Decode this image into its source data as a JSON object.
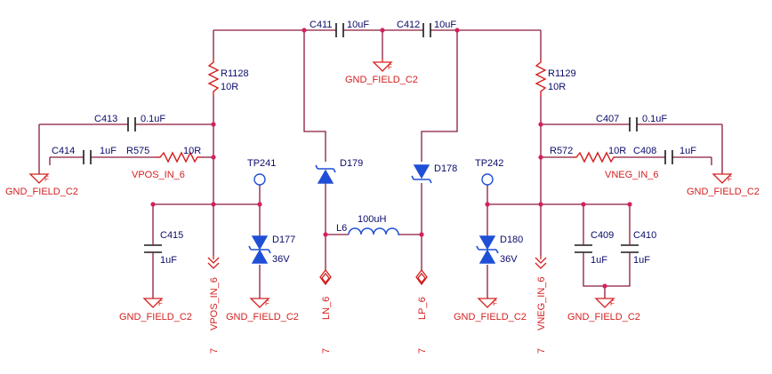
{
  "components": {
    "C411": {
      "ref": "C411",
      "value": "10uF"
    },
    "C412": {
      "ref": "C412",
      "value": "10uF"
    },
    "R1128": {
      "ref": "R1128",
      "value": "10R"
    },
    "R1129": {
      "ref": "R1129",
      "value": "10R"
    },
    "C413": {
      "ref": "C413",
      "value": "0.1uF"
    },
    "C414": {
      "ref": "C414",
      "value": "1uF"
    },
    "R575": {
      "ref": "R575",
      "value": "10R"
    },
    "C407": {
      "ref": "C407",
      "value": "0.1uF"
    },
    "R572": {
      "ref": "R572",
      "value": "10R"
    },
    "C408": {
      "ref": "C408",
      "value": "1uF"
    },
    "TP241": {
      "ref": "TP241"
    },
    "TP242": {
      "ref": "TP242"
    },
    "D179": {
      "ref": "D179"
    },
    "D178": {
      "ref": "D178"
    },
    "L6": {
      "ref": "L6",
      "value": "100uH"
    },
    "C415": {
      "ref": "C415",
      "value": "1uF"
    },
    "D177": {
      "ref": "D177",
      "value": "36V"
    },
    "D180": {
      "ref": "D180",
      "value": "36V"
    },
    "C409": {
      "ref": "C409",
      "value": "1uF"
    },
    "C410": {
      "ref": "C410",
      "value": "1uF"
    }
  },
  "nets": {
    "gnd": "GND_FIELD_C2",
    "gnd_flag": "F",
    "vpos_in": "VPOS_IN_6",
    "vneg_in": "VNEG_IN_6",
    "ports": {
      "vpos": "VPOS_IN_6",
      "ln": "LN_6",
      "lp": "LP_6",
      "vneg": "VNEG_IN_6",
      "sheet": "7"
    }
  },
  "colors": {
    "wire": "#8b1a3a",
    "net_label": "#d42020",
    "ref_label": "#0a0a6a",
    "diode": "#1f4fd6",
    "junction": "#d42060"
  }
}
